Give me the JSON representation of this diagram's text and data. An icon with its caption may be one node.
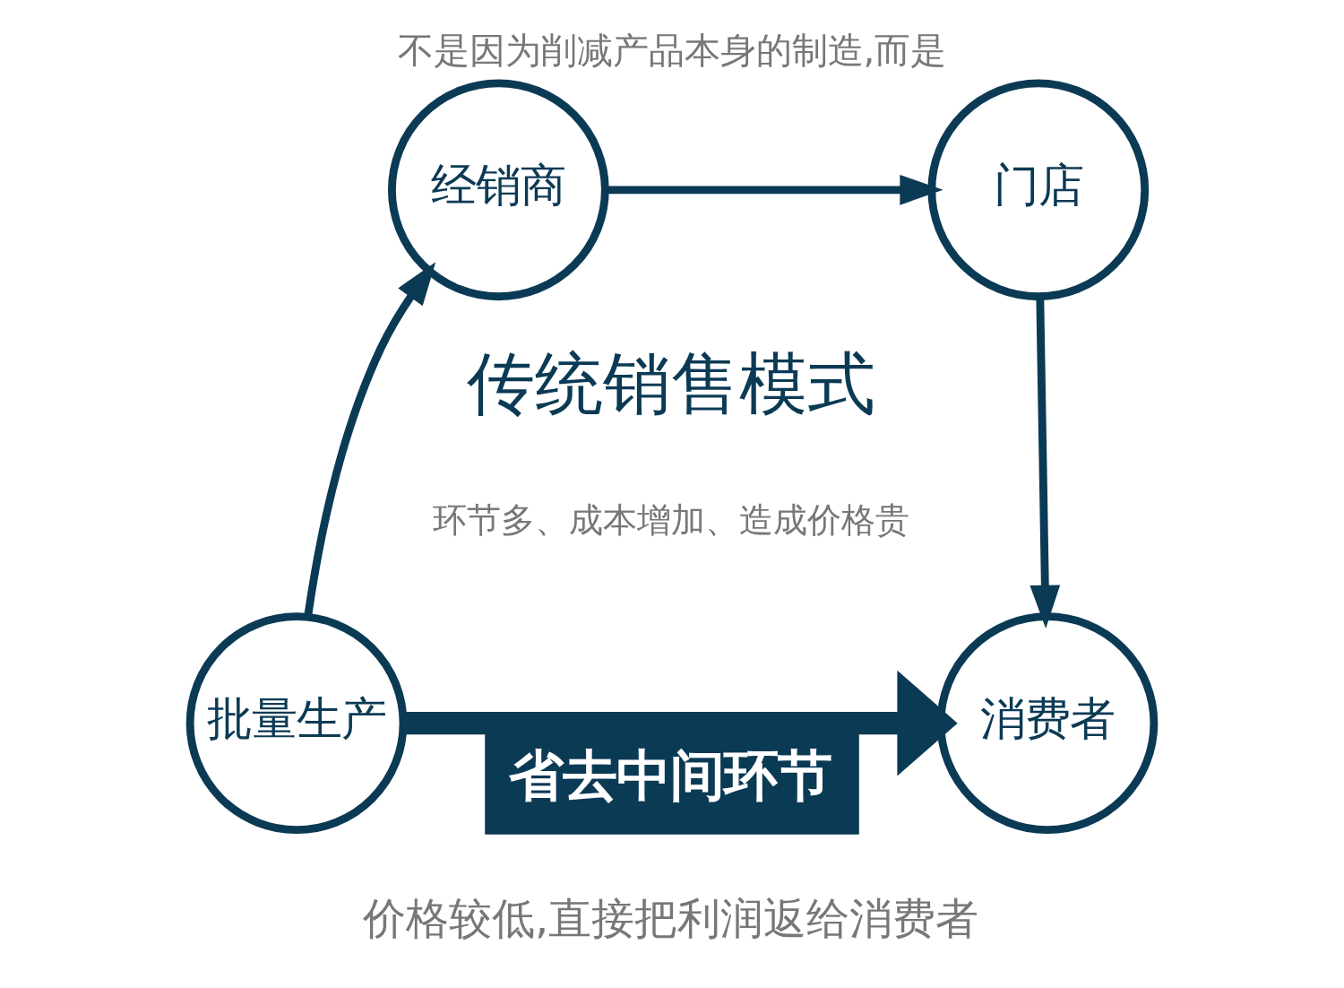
{
  "diagram": {
    "title": "不是因为削减产品本身的制造,而是",
    "caption": "价格较低,直接把利润返给消费者",
    "nodes": [
      {
        "text": [
          "批量生产"
        ]
      },
      {
        "text": [
          "经销商"
        ]
      },
      {
        "text": [
          "门店"
        ]
      },
      {
        "text": [
          "消费者"
        ]
      }
    ],
    "edges": [
      {
        "from": 0,
        "to": 1,
        "arrow": "to"
      },
      {
        "from": 1,
        "to": 2,
        "arrow": "to"
      },
      {
        "from": 2,
        "to": 3,
        "arrow": "to"
      },
      {
        "from": 0,
        "to": 3,
        "arrow": "to",
        "label": "省去中间环节",
        "style": "thick"
      }
    ],
    "labels": [
      "传统销售模式",
      "环节多、成本增加、造成价格贵"
    ]
  }
}
